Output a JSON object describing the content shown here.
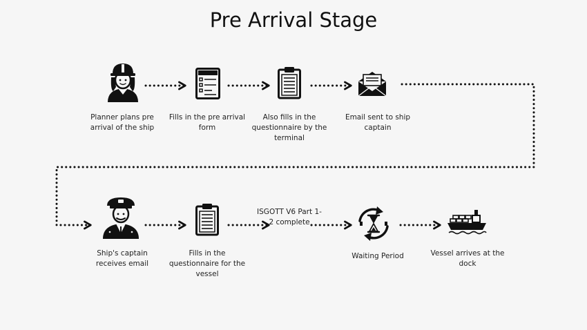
{
  "title": "Pre Arrival Stage",
  "steps": [
    {
      "label": "Planner plans pre arrival of the ship",
      "icon": "planner-hardhat-icon"
    },
    {
      "label": "Fills in the pre arrival form",
      "icon": "form-icon"
    },
    {
      "label": "Also fills in the questionnaire by the terminal",
      "icon": "clipboard-icon"
    },
    {
      "label": "Email sent to ship captain",
      "icon": "envelope-icon"
    },
    {
      "label": "Ship's captain receives email",
      "icon": "captain-icon"
    },
    {
      "label": "Fills in the questionnaire for the vessel",
      "icon": "clipboard-icon"
    },
    {
      "label": "ISGOTT V6 Part 1-2 complete",
      "icon": ""
    },
    {
      "label": "Waiting Period",
      "icon": "hourglass-cycle-icon"
    },
    {
      "label": "Vessel arrives at the dock",
      "icon": "cargo-ship-icon"
    }
  ],
  "colors": {
    "background": "#f6f6f6",
    "ink": "#111111"
  }
}
